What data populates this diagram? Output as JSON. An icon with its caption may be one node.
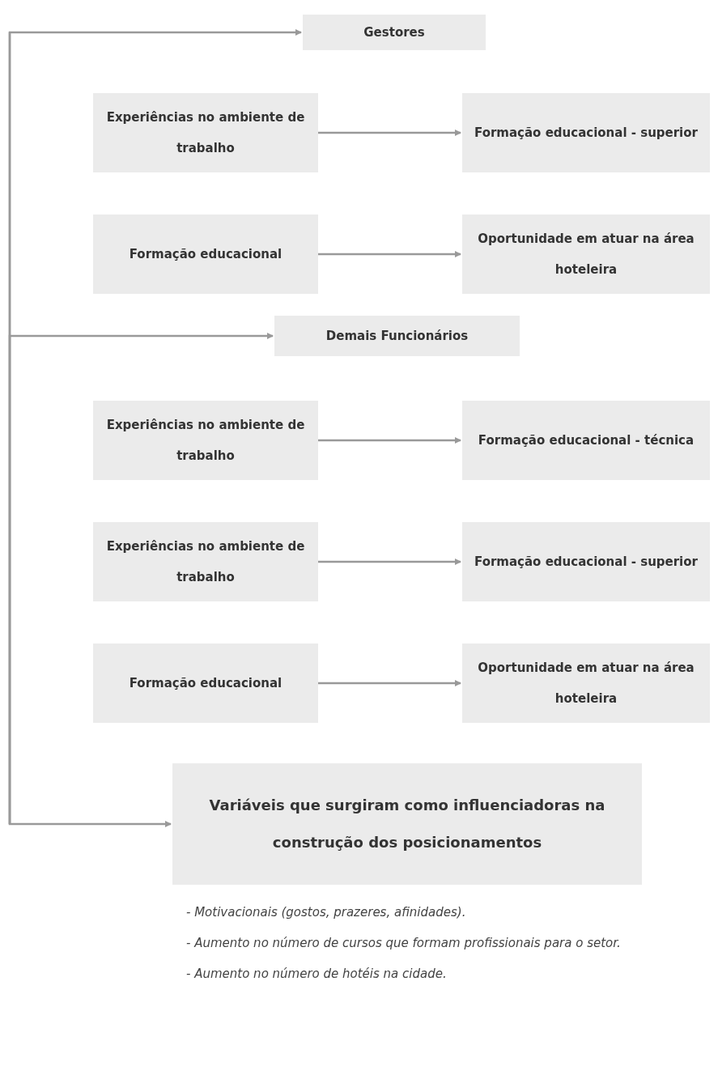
{
  "diagram": {
    "nodes": [
      {
        "text": [
          "Gestores"
        ]
      },
      {
        "text": [
          "Experiências no ambiente de trabalho"
        ]
      },
      {
        "text": [
          "Formação educacional - superior"
        ]
      },
      {
        "text": [
          "Formação educacional"
        ]
      },
      {
        "text": [
          "Oportunidade em atuar na área hoteleira"
        ]
      },
      {
        "text": [
          "Demais Funcionários"
        ]
      },
      {
        "text": [
          "Experiências no ambiente de trabalho"
        ]
      },
      {
        "text": [
          "Formação educacional - técnica"
        ]
      },
      {
        "text": [
          "Experiências no ambiente de trabalho"
        ]
      },
      {
        "text": [
          "Formação educacional - superior"
        ]
      },
      {
        "text": [
          "Formação educacional"
        ]
      },
      {
        "text": [
          "Oportunidade em atuar na área hoteleira"
        ]
      },
      {
        "text": [
          "Variáveis que surgiram como influenciadoras na construção dos posicionamentos"
        ]
      }
    ],
    "edges": [
      {
        "from": null,
        "to": 0,
        "arrow": "to"
      },
      {
        "from": null,
        "to": 5,
        "arrow": "to"
      },
      {
        "from": null,
        "to": 12,
        "arrow": "to"
      },
      {
        "from": 1,
        "to": 2,
        "arrow": "to"
      },
      {
        "from": 3,
        "to": 4,
        "arrow": "to"
      },
      {
        "from": 6,
        "to": 7,
        "arrow": "to"
      },
      {
        "from": 8,
        "to": 9,
        "arrow": "to"
      },
      {
        "from": 10,
        "to": 11,
        "arrow": "to"
      }
    ],
    "labels": [
      "- Motivacionais (gostos, prazeres, afinidades).",
      "- Aumento no número de cursos que formam profissionais para o setor.",
      "- Aumento no número de hotéis na cidade."
    ]
  }
}
